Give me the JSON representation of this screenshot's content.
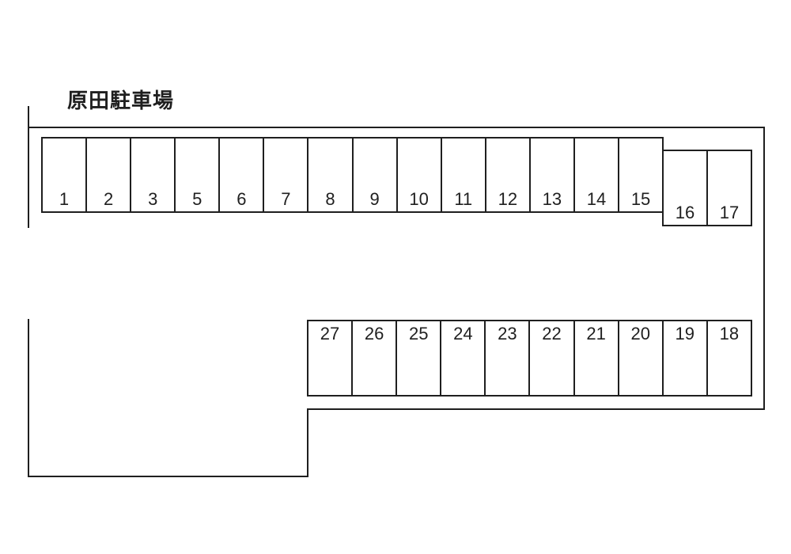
{
  "title": "原田駐車場",
  "lot": {
    "top_row": [
      "1",
      "2",
      "3",
      "5",
      "6",
      "7",
      "8",
      "9",
      "10",
      "11",
      "12",
      "13",
      "14",
      "15"
    ],
    "side_row": [
      "16",
      "17"
    ],
    "bottom_row": [
      "27",
      "26",
      "25",
      "24",
      "23",
      "22",
      "21",
      "20",
      "19",
      "18"
    ]
  },
  "colors": {
    "line": "#1f1f1f",
    "background": "#ffffff",
    "text": "#1f1f1f"
  }
}
